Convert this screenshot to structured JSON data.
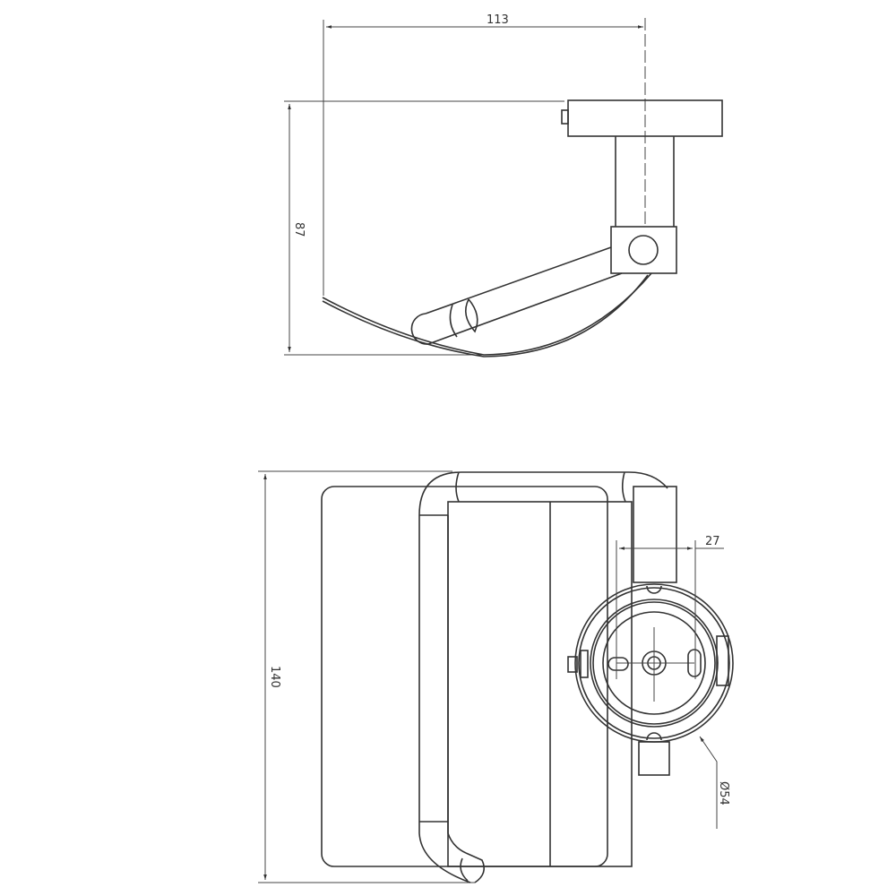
{
  "drawing": {
    "top_view": {
      "width_dim": "113",
      "height_dim": "87"
    },
    "front_view": {
      "height_dim": "140",
      "slot_spacing_dim": "27",
      "diameter_dim": "Ø54"
    }
  }
}
